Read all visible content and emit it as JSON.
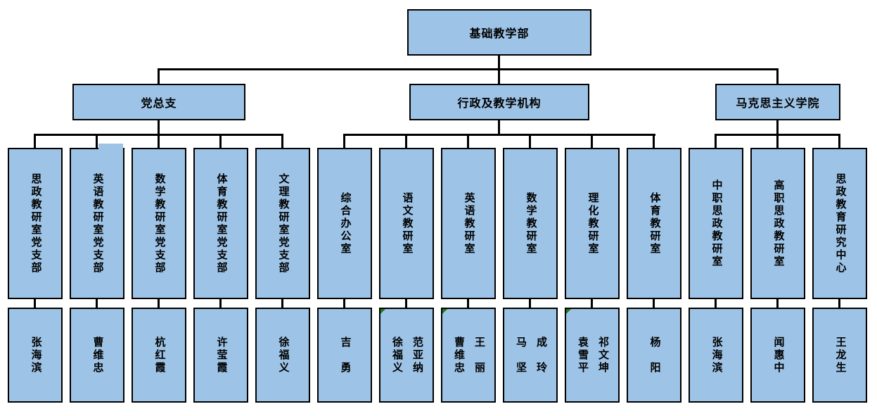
{
  "org": {
    "root": "基础教学部",
    "branches": [
      "党总支",
      "行政及教学机构",
      "马克思主义学院"
    ],
    "units": [
      {
        "dept": "思政教研室党支部",
        "head": "张海滨"
      },
      {
        "dept": "英语教研室党支部",
        "head": "曹维忠"
      },
      {
        "dept": "数学教研室党支部",
        "head": "杭红霞"
      },
      {
        "dept": "体育教研室党支部",
        "head": "许莹霞"
      },
      {
        "dept": "文理教研室党支部",
        "head": "徐福义"
      },
      {
        "dept": "综合办公室",
        "head": "吉　勇"
      },
      {
        "dept": "语文教研室",
        "head": "徐福义\n范亚纳"
      },
      {
        "dept": "英语教研室",
        "head": "曹维忠\n王　丽"
      },
      {
        "dept": "数学教研室",
        "head": "马　坚\n成　玲"
      },
      {
        "dept": "理化教研室",
        "head": "袁雪平\n祁文坤"
      },
      {
        "dept": "体育教研室",
        "head": "杨　阳"
      },
      {
        "dept": "中职思政教研室",
        "head": "张海滨"
      },
      {
        "dept": "高职思政教研室",
        "head": "闻惠中"
      },
      {
        "dept": "思政教育研究中心",
        "head": "王龙生"
      }
    ],
    "comment_marked_units": [
      6,
      7,
      9
    ],
    "colors": {
      "box_fill": "#9DC3E6",
      "box_border": "#000000",
      "line": "#000000",
      "comment_marker": "#1E7B1E"
    }
  }
}
